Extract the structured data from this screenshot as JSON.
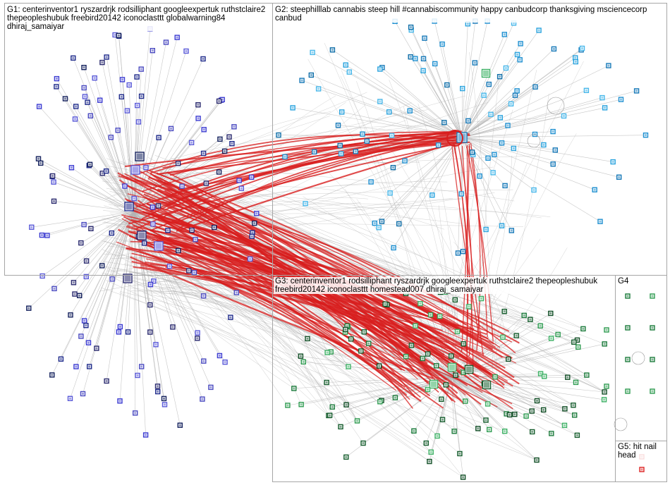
{
  "groups": [
    {
      "id": "G1",
      "label": "G1: centerinventor1 ryszardrjk rodsilliphant googleexpertuk ruthstclaire2 thepeopleshubuk freebird20142 iconoclasttt globalwarning84 dhiraj_samaiyar",
      "color": "#2b2bd6"
    },
    {
      "id": "G2",
      "label": "G2: steephilllab cannabis steep hill #cannabiscommunity happy canbudcorp thanksgiving msciencecorp canbud",
      "color": "#1e8fd0"
    },
    {
      "id": "G3",
      "label": "G3: centerinventor1 rodsilliphant ryszardrjk googleexpertuk ruthstclaire2 thepeopleshubuk freebird20142 iconoclasttt homestead007 dhiraj_samaiyar",
      "color": "#1a7a3a"
    },
    {
      "id": "G4",
      "label": "G4",
      "color": "#1a7a3a"
    },
    {
      "id": "G5",
      "label": "G5: hit nail head",
      "color": "#d22"
    }
  ],
  "colors": {
    "edge": "#b4b4b4",
    "edge_strong": "#d81e1e",
    "box": "#a6a6a6"
  }
}
